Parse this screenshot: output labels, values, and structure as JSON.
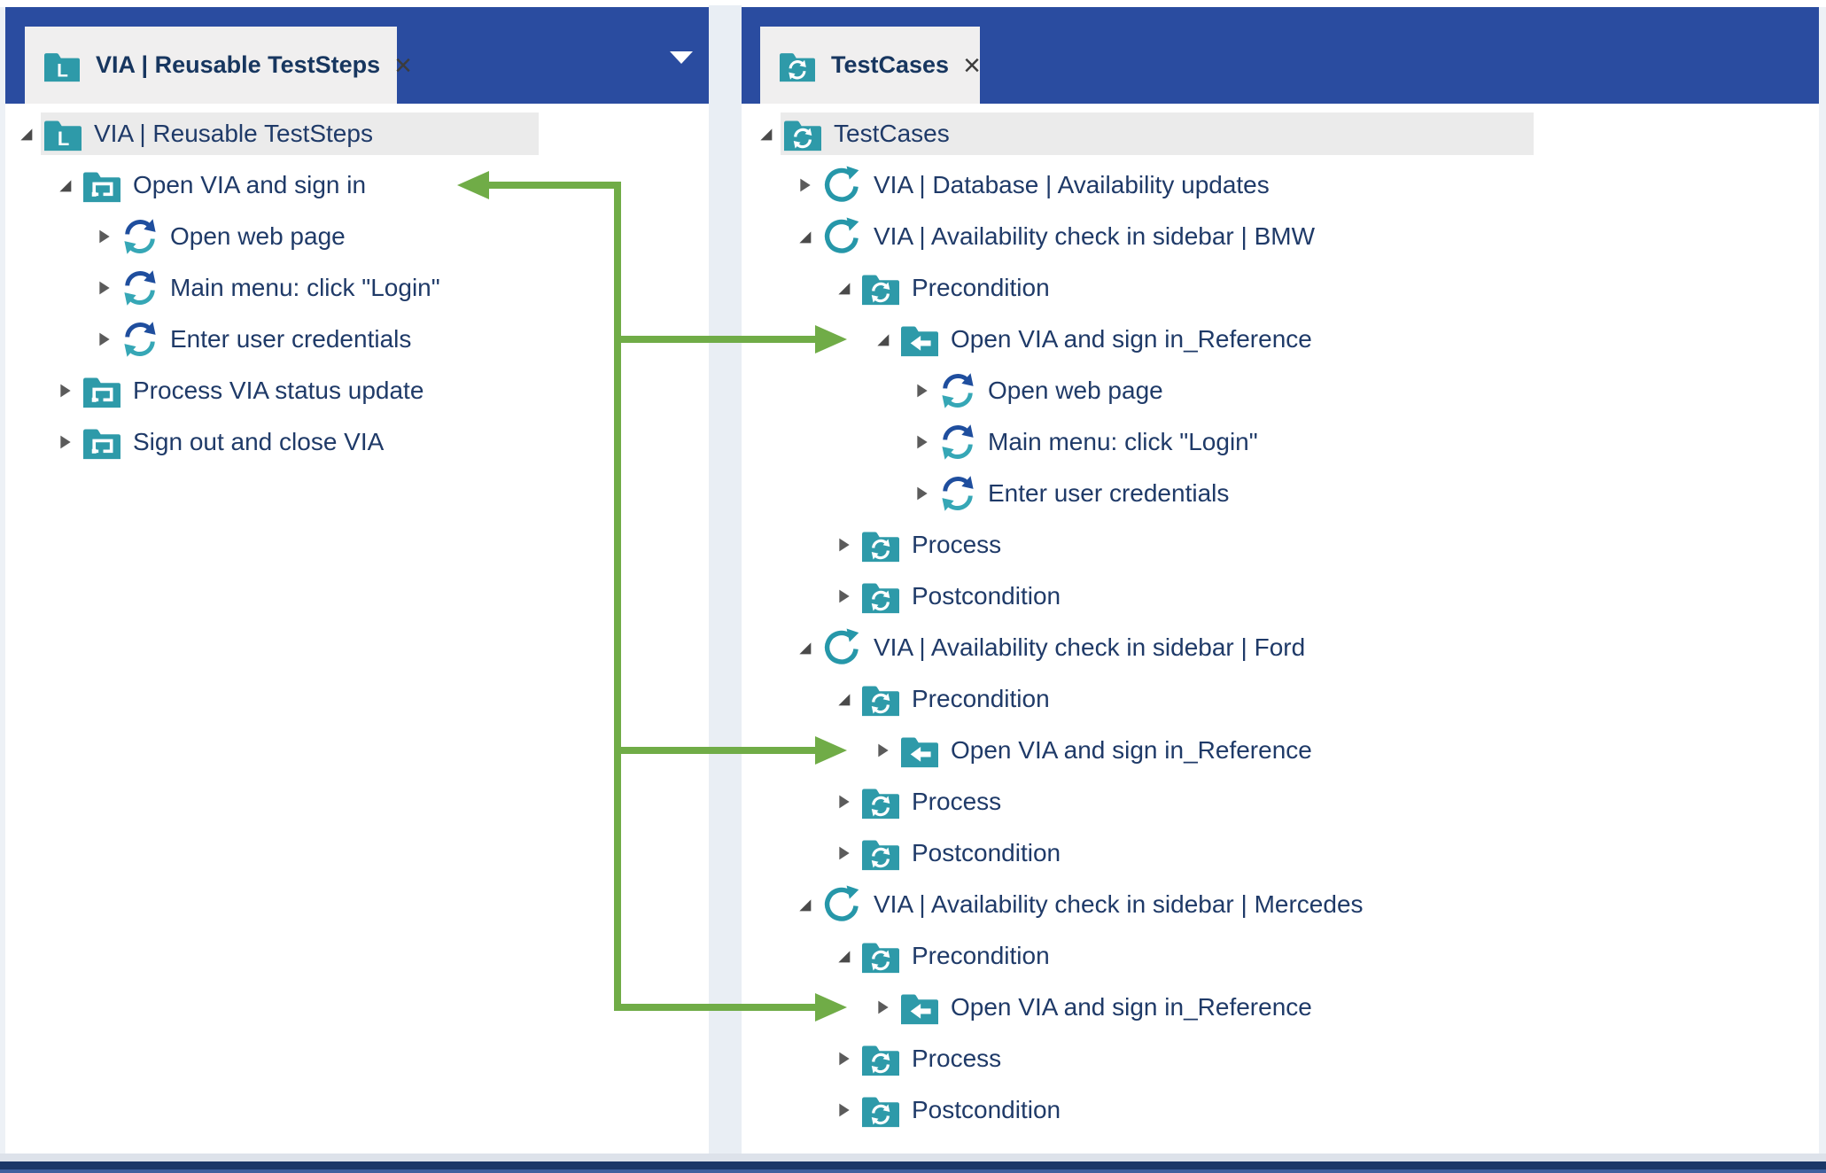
{
  "colors": {
    "tabbar_blue": "#2A4CA0",
    "tab_background": "#F0EFEF",
    "tree_text": "#1F3A68",
    "teal_icon": "#2E9AA9",
    "testcase_teal": "#2697A9",
    "step_arrow_navy": "#1F4E9E",
    "step_arrow_teal": "#36A7B6",
    "selection_gray": "#EBEBEB",
    "reference_arrow_green": "#70AC47"
  },
  "left_panel": {
    "tab": {
      "title": "VIA | Reusable TestSteps",
      "close_glyph": "×"
    },
    "tree": [
      {
        "label": "VIA | Reusable TestSteps",
        "level": 0,
        "icon": "library-folder",
        "state": "expanded",
        "selected": true
      },
      {
        "label": "Open VIA and sign in",
        "level": 1,
        "icon": "reusable-teststep-folder",
        "state": "expanded",
        "selected": false
      },
      {
        "label": "Open web page",
        "level": 2,
        "icon": "teststep-refresh",
        "state": "collapsed",
        "selected": false
      },
      {
        "label": "Main menu: click \"Login\"",
        "level": 2,
        "icon": "teststep-refresh",
        "state": "collapsed",
        "selected": false
      },
      {
        "label": "Enter user credentials",
        "level": 2,
        "icon": "teststep-refresh",
        "state": "collapsed",
        "selected": false
      },
      {
        "label": "Process VIA status update",
        "level": 1,
        "icon": "reusable-teststep-folder",
        "state": "collapsed",
        "selected": false
      },
      {
        "label": "Sign out and close VIA",
        "level": 1,
        "icon": "reusable-teststep-folder",
        "state": "collapsed",
        "selected": false
      }
    ]
  },
  "right_panel": {
    "tab": {
      "title": "TestCases",
      "close_glyph": "×"
    },
    "tree": [
      {
        "label": "TestCases",
        "level": 0,
        "icon": "refresh-folder",
        "state": "expanded",
        "selected": true
      },
      {
        "label": "VIA | Database | Availability updates",
        "level": 1,
        "icon": "testcase",
        "state": "collapsed",
        "selected": false
      },
      {
        "label": "VIA | Availability check in sidebar | BMW",
        "level": 1,
        "icon": "testcase",
        "state": "expanded",
        "selected": false
      },
      {
        "label": "Precondition",
        "level": 2,
        "icon": "refresh-folder",
        "state": "expanded",
        "selected": false
      },
      {
        "label": "Open VIA and sign in_Reference",
        "level": 3,
        "icon": "reference-folder",
        "state": "expanded",
        "selected": false
      },
      {
        "label": "Open web page",
        "level": 4,
        "icon": "teststep-refresh",
        "state": "collapsed",
        "selected": false
      },
      {
        "label": "Main menu: click \"Login\"",
        "level": 4,
        "icon": "teststep-refresh",
        "state": "collapsed",
        "selected": false
      },
      {
        "label": "Enter user credentials",
        "level": 4,
        "icon": "teststep-refresh",
        "state": "collapsed",
        "selected": false
      },
      {
        "label": "Process",
        "level": 2,
        "icon": "refresh-folder",
        "state": "collapsed",
        "selected": false
      },
      {
        "label": "Postcondition",
        "level": 2,
        "icon": "refresh-folder",
        "state": "collapsed",
        "selected": false
      },
      {
        "label": "VIA | Availability check in sidebar | Ford",
        "level": 1,
        "icon": "testcase",
        "state": "expanded",
        "selected": false
      },
      {
        "label": "Precondition",
        "level": 2,
        "icon": "refresh-folder",
        "state": "expanded",
        "selected": false
      },
      {
        "label": "Open VIA and sign in_Reference",
        "level": 3,
        "icon": "reference-folder",
        "state": "collapsed",
        "selected": false
      },
      {
        "label": "Process",
        "level": 2,
        "icon": "refresh-folder",
        "state": "collapsed",
        "selected": false
      },
      {
        "label": "Postcondition",
        "level": 2,
        "icon": "refresh-folder",
        "state": "collapsed",
        "selected": false
      },
      {
        "label": "VIA | Availability check in sidebar | Mercedes",
        "level": 1,
        "icon": "testcase",
        "state": "expanded",
        "selected": false
      },
      {
        "label": "Precondition",
        "level": 2,
        "icon": "refresh-folder",
        "state": "expanded",
        "selected": false
      },
      {
        "label": "Open VIA and sign in_Reference",
        "level": 3,
        "icon": "reference-folder",
        "state": "collapsed",
        "selected": false
      },
      {
        "label": "Process",
        "level": 2,
        "icon": "refresh-folder",
        "state": "collapsed",
        "selected": false
      },
      {
        "label": "Postcondition",
        "level": 2,
        "icon": "refresh-folder",
        "state": "collapsed",
        "selected": false
      }
    ]
  }
}
